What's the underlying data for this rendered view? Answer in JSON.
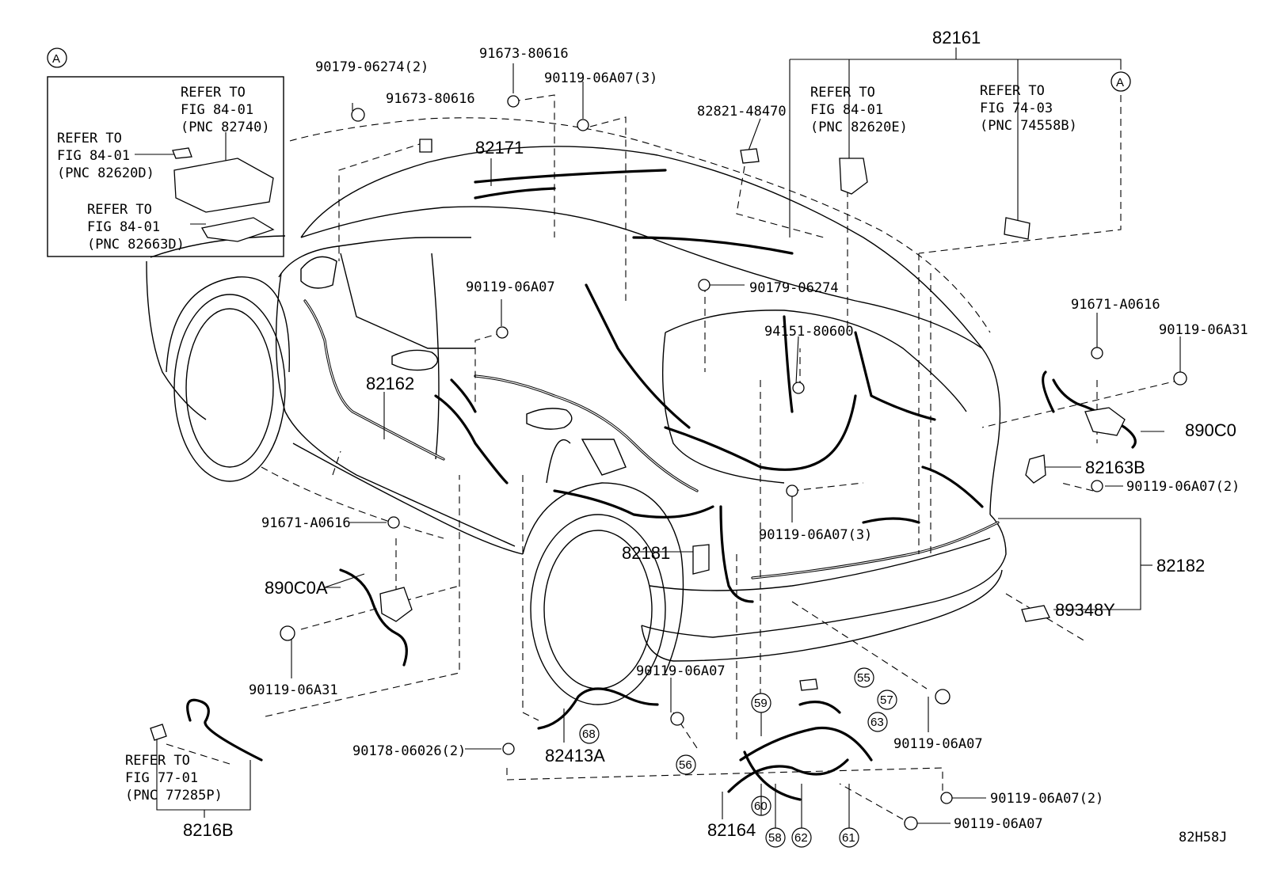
{
  "diagram_code": "82H58J",
  "callout_letter": "A",
  "inset": {
    "refs": [
      {
        "line1": "REFER TO",
        "line2": "FIG 84-01",
        "line3": "(PNC 82740)"
      },
      {
        "line1": "REFER TO",
        "line2": "FIG 84-01",
        "line3": "(PNC 82620D)"
      },
      {
        "line1": "REFER TO",
        "line2": "FIG 84-01",
        "line3": "(PNC 82663D)"
      }
    ]
  },
  "top_refs": [
    {
      "line1": "REFER TO",
      "line2": "FIG 84-01",
      "line3": "(PNC 82620E)"
    },
    {
      "line1": "REFER TO",
      "line2": "FIG 74-03",
      "line3": "(PNC 74558B)"
    }
  ],
  "bottom_ref": {
    "line1": "REFER TO",
    "line2": "FIG 77-01",
    "line3": "(PNC 77285P)"
  },
  "part_numbers": {
    "p90179_06274_2": "90179-06274(2)",
    "p91673_80616_a": "91673-80616",
    "p91673_80616_b": "91673-80616",
    "p90119_06A07_3_top": "90119-06A07(3)",
    "p82171": "82171",
    "p82821_48470": "82821-48470",
    "p82161": "82161",
    "p90119_06A07_mid": "90119-06A07",
    "p90179_06274": "90179-06274",
    "p94151_80600": "94151-80600",
    "p82162": "82162",
    "p91671_A0616_r": "91671-A0616",
    "p90119_06A31_r": "90119-06A31",
    "p890C0": "890C0",
    "p82163B": "82163B",
    "p90119_06A07_2_r": "90119-06A07(2)",
    "p90119_06A07_3_c": "90119-06A07(3)",
    "p91671_A0616_l": "91671-A0616",
    "p890C0A": "890C0A",
    "p82181": "82181",
    "p82182": "82182",
    "p89348Y": "89348Y",
    "p90119_06A31_l": "90119-06A31",
    "p90119_06A07_b1": "90119-06A07",
    "p90119_06A07_b2": "90119-06A07",
    "p90178_06026_2": "90178-06026(2)",
    "p82413A": "82413A",
    "p8216B": "8216B",
    "p82164": "82164",
    "p90119_06A07_2_b": "90119-06A07(2)",
    "p90119_06A07_b3": "90119-06A07"
  },
  "circled_numbers": {
    "c55": "55",
    "c57": "57",
    "c63": "63",
    "c59": "59",
    "c56": "56",
    "c60": "60",
    "c58": "58",
    "c62": "62",
    "c61": "61",
    "c68": "68"
  }
}
